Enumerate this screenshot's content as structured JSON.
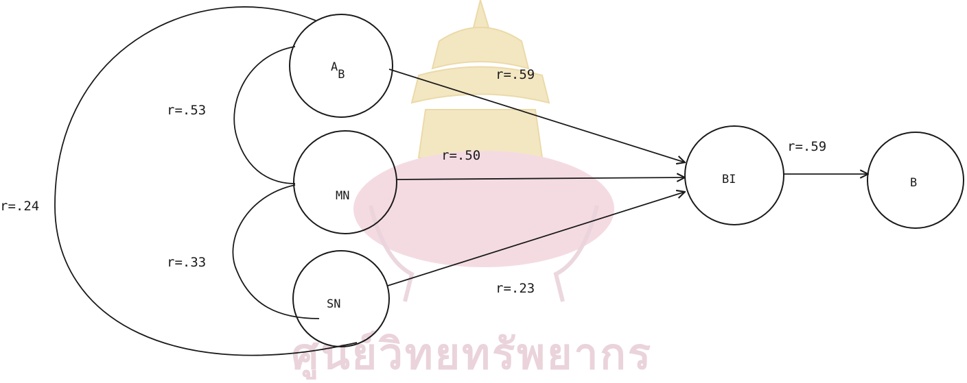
{
  "watermark": {
    "text": "ศูนย์วิทยทรัพยากร",
    "colors": {
      "crest": "#f2e3b8",
      "crest_stroke": "#e8d39a",
      "band": "#f4dbe2",
      "text": "#ead3da"
    }
  },
  "nodes": {
    "ab": {
      "label_main": "A",
      "label_sub": "B"
    },
    "mn": {
      "label": "MN"
    },
    "sn": {
      "label": "SN"
    },
    "bi": {
      "label": "BI"
    },
    "b": {
      "label": "B"
    }
  },
  "edges": {
    "ab_bi": {
      "label": "r=.59"
    },
    "mn_bi": {
      "label": "r=.50"
    },
    "sn_bi": {
      "label": "r=.23"
    },
    "bi_b": {
      "label": "r=.59"
    }
  },
  "correlations": {
    "ab_mn": {
      "label": "r=.53"
    },
    "mn_sn": {
      "label": "r=.33"
    },
    "ab_sn": {
      "label": "r=.24"
    }
  },
  "colors": {
    "ink": "#1a1a1a",
    "background": "#ffffff"
  }
}
